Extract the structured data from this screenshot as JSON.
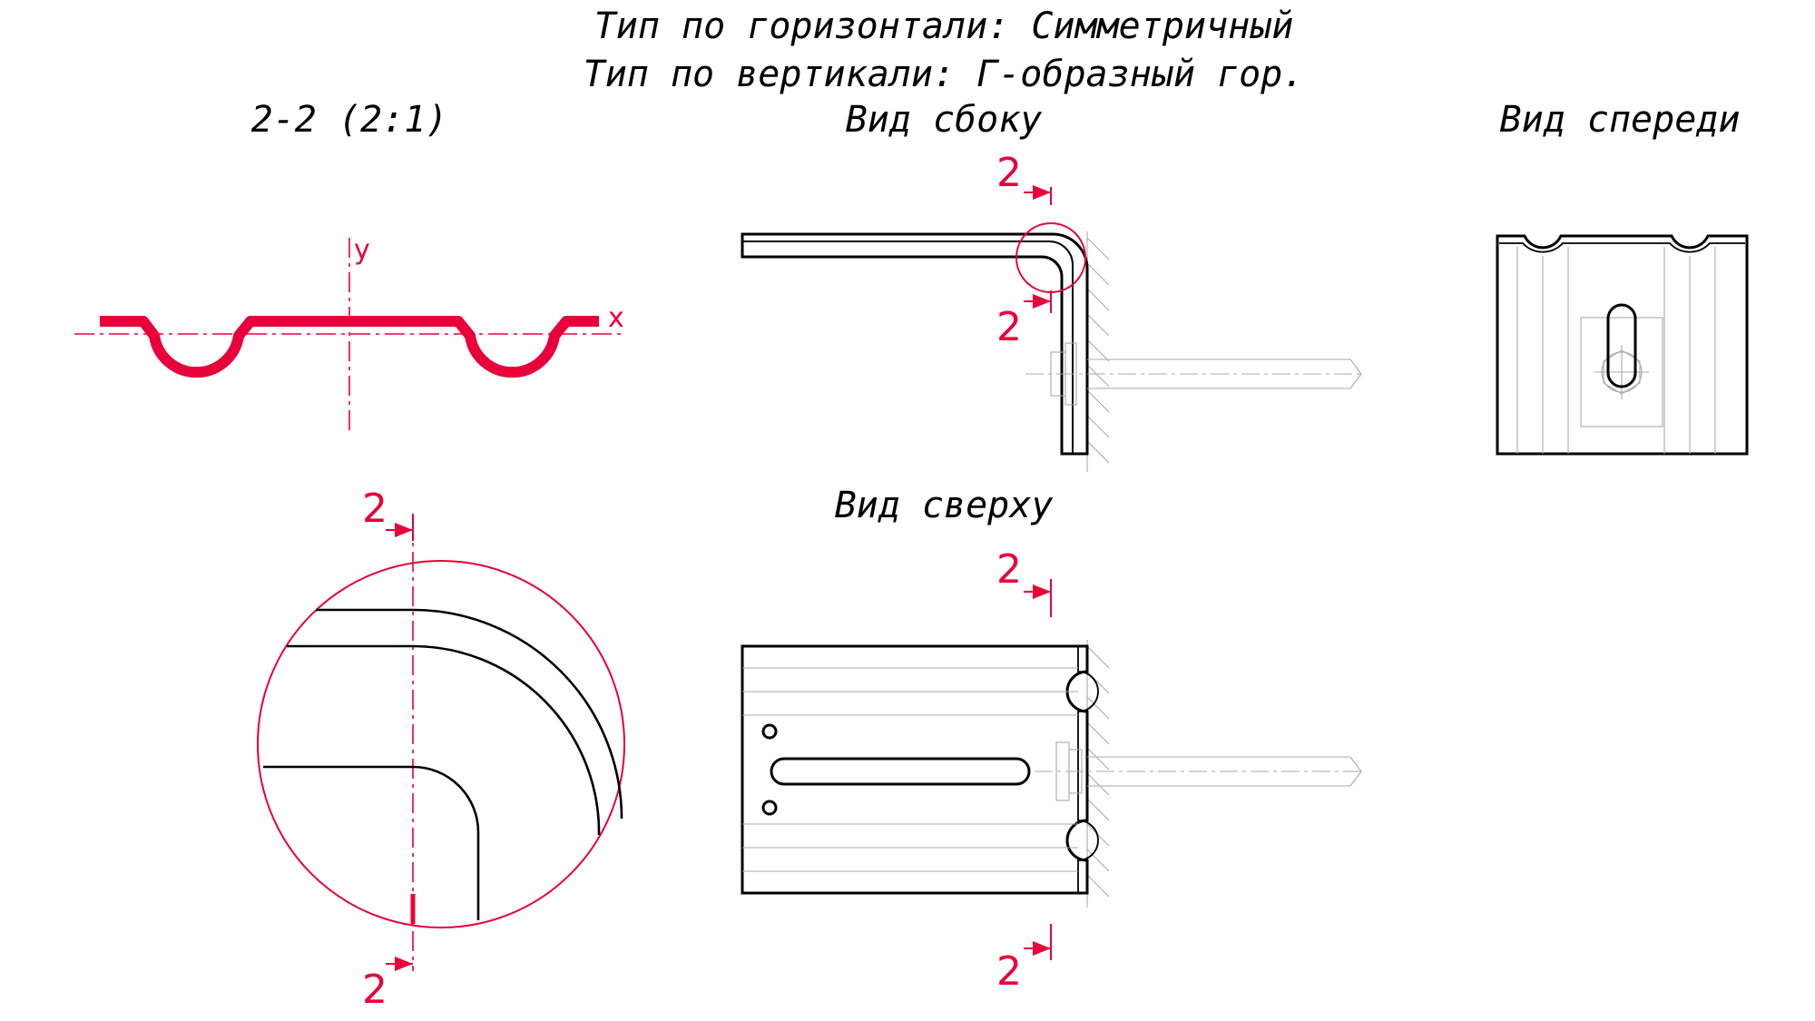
{
  "header": {
    "horizontal_type": "Тип по горизонтали: Симметричный",
    "vertical_type": "Тип по вертикали: Г-образный гор."
  },
  "views": {
    "section": "2-2 (2:1)",
    "side": "Вид сбоку",
    "front": "Вид спереди",
    "top": "Вид сверху"
  },
  "axes": {
    "x": "x",
    "y": "y"
  },
  "section_marker": "2",
  "colors": {
    "lines": "#000000",
    "section": "#e8003a",
    "hatch": "#aaaaaa"
  }
}
